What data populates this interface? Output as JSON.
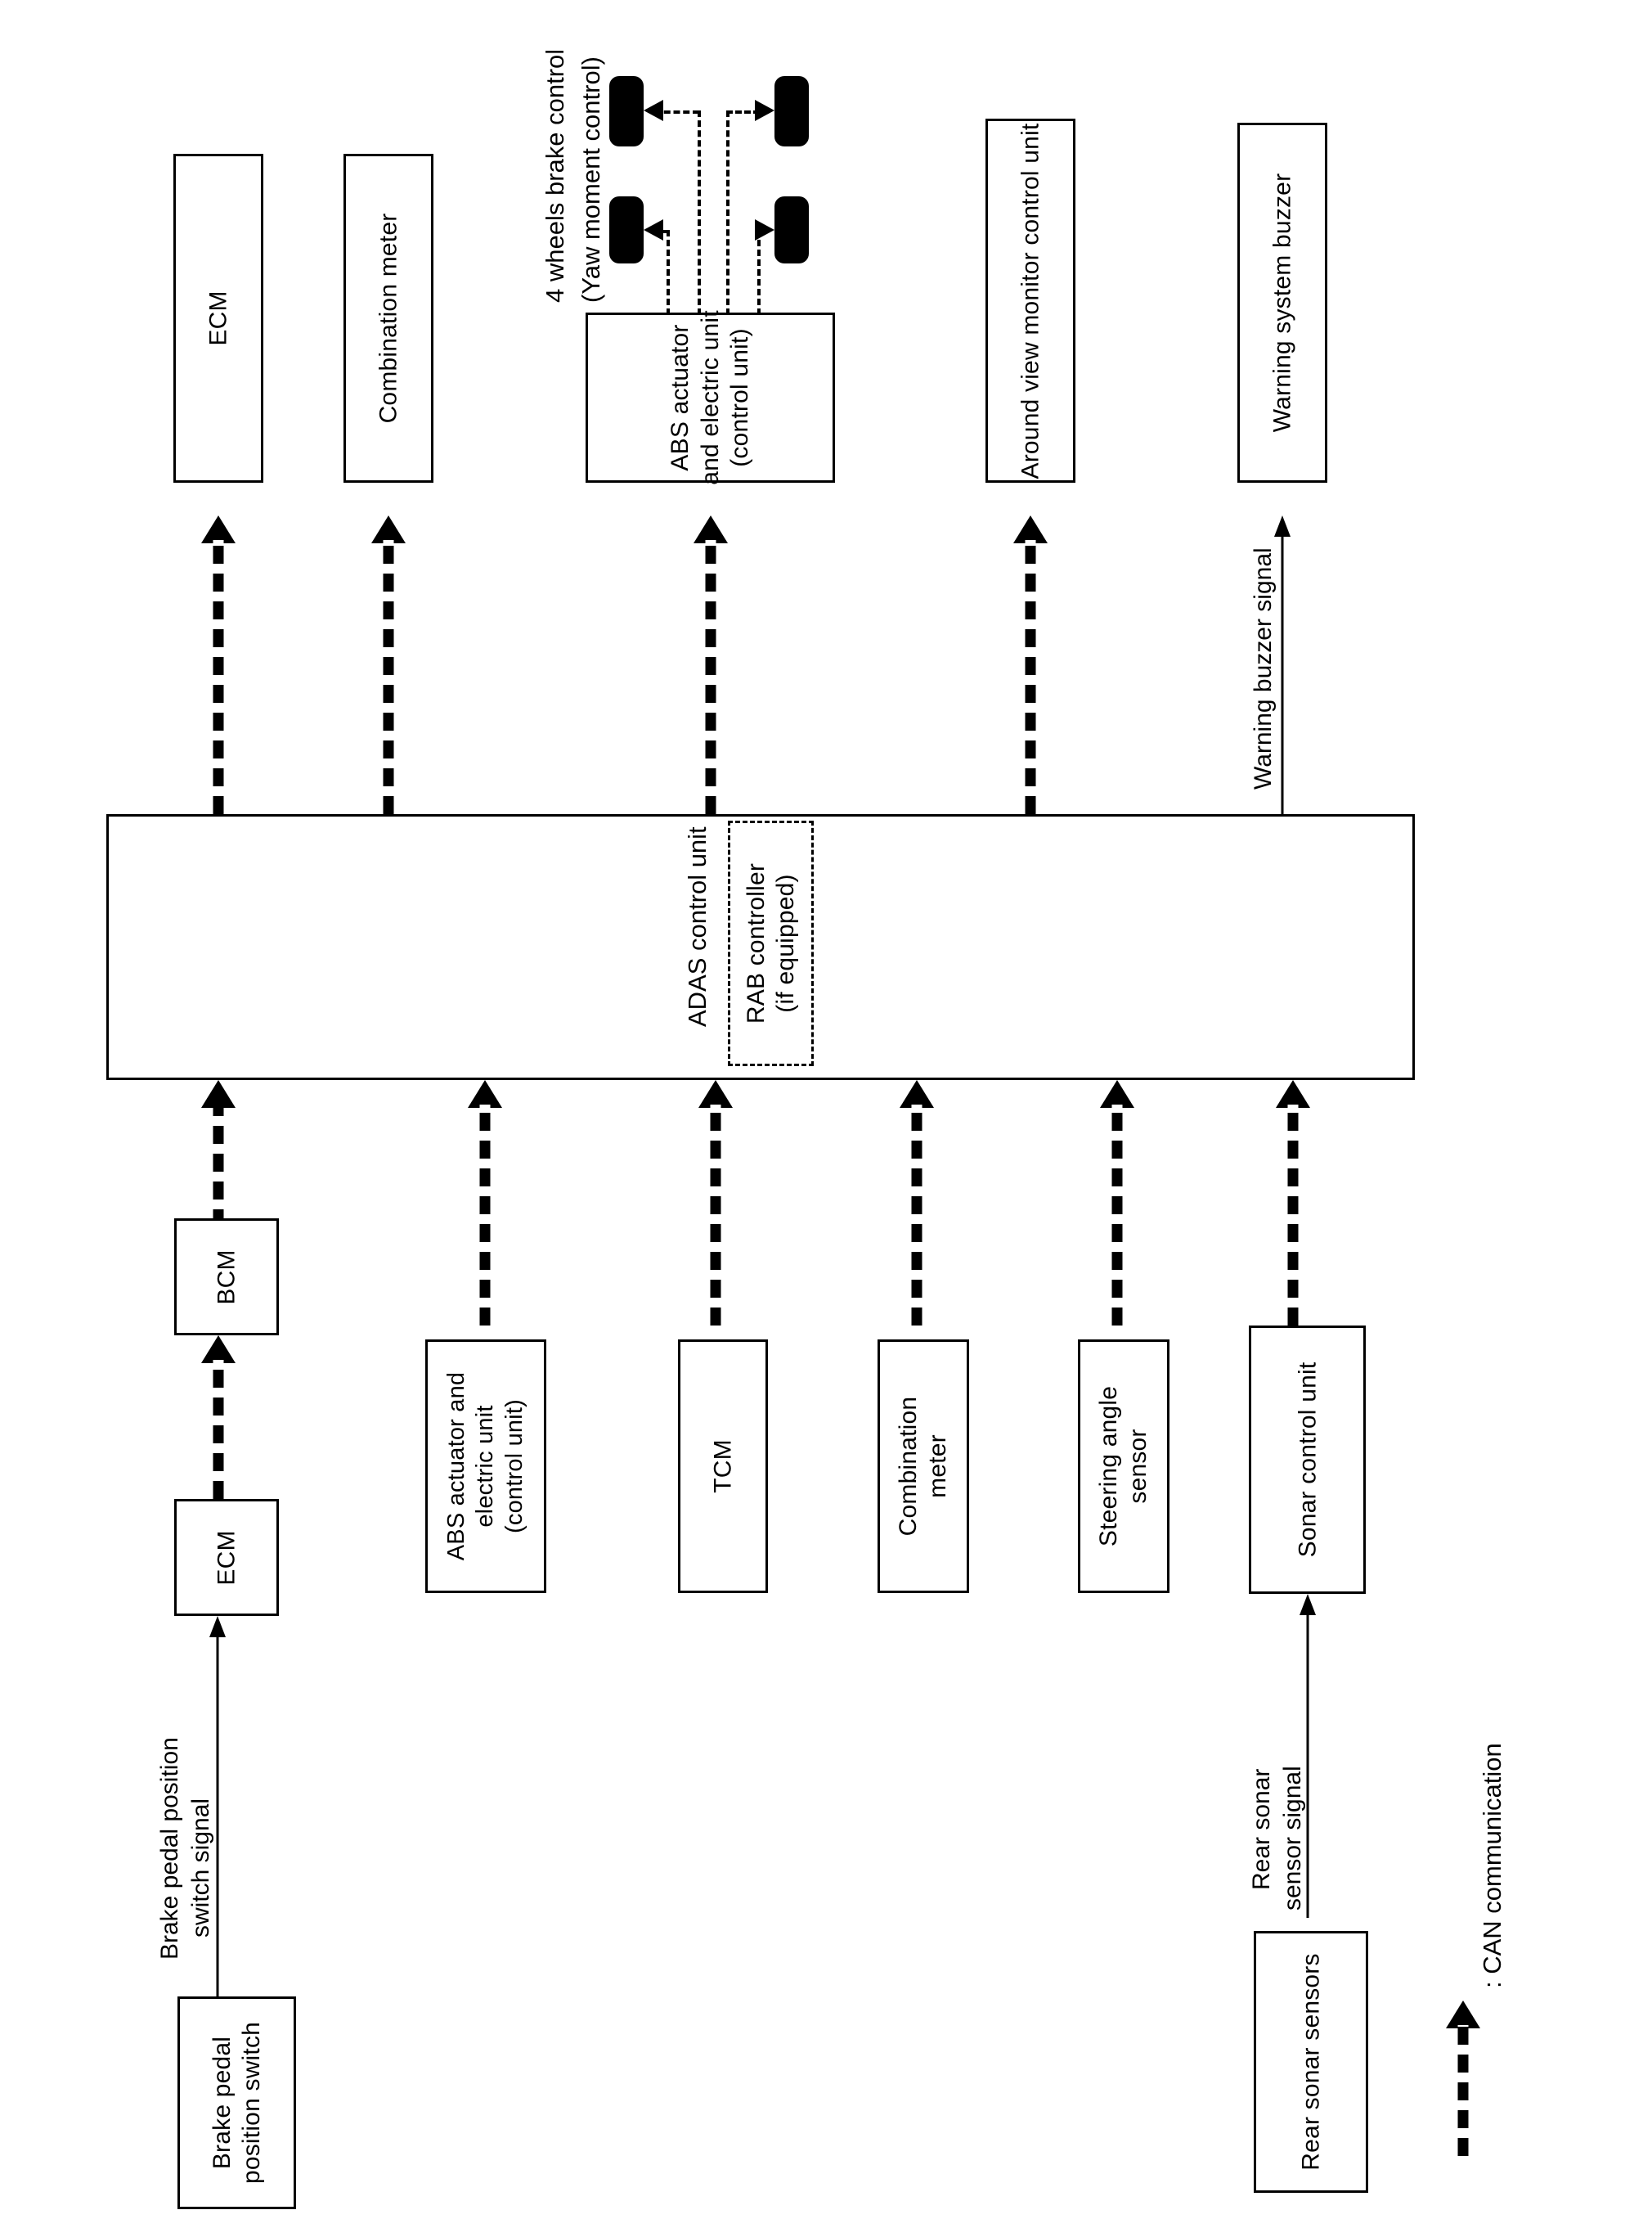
{
  "diagram": {
    "title": "ADAS control unit system block diagram",
    "orientation": "rotated-90-ccw",
    "legend": {
      "symbol_name": "can-bus-arrow",
      "label": ": CAN communication"
    },
    "annotations": {
      "four_wheels_brake_control_line1": "4 wheels brake control",
      "four_wheels_brake_control_line2": "(Yaw moment control)"
    },
    "nodes": {
      "ecm_out": {
        "label": "ECM"
      },
      "combination_meter_out": {
        "label": "Combination meter"
      },
      "abs_actuator_out_l1": {
        "label": "ABS actuator"
      },
      "abs_actuator_out_l2": {
        "label": "and electric unit"
      },
      "abs_actuator_out_l3": {
        "label": "(control unit)"
      },
      "around_view_monitor": {
        "label": "Around view monitor control unit"
      },
      "warning_system_buzzer": {
        "label": "Warning system buzzer"
      },
      "adas_control_unit": {
        "label": "ADAS control unit"
      },
      "rab_controller_l1": {
        "label": "RAB controller"
      },
      "rab_controller_l2": {
        "label": "(if equipped)"
      },
      "bcm": {
        "label": "BCM"
      },
      "ecm_in": {
        "label": "ECM"
      },
      "abs_actuator_in_l1": {
        "label": "ABS actuator and"
      },
      "abs_actuator_in_l2": {
        "label": "electric unit"
      },
      "abs_actuator_in_l3": {
        "label": "(control unit)"
      },
      "tcm": {
        "label": "TCM"
      },
      "combination_meter_in_l1": {
        "label": "Combination"
      },
      "combination_meter_in_l2": {
        "label": "meter"
      },
      "steering_angle_sensor_l1": {
        "label": "Steering angle"
      },
      "steering_angle_sensor_l2": {
        "label": "sensor"
      },
      "sonar_control_unit": {
        "label": "Sonar control unit"
      },
      "brake_pedal_position_switch_l1": {
        "label": "Brake pedal"
      },
      "brake_pedal_position_switch_l2": {
        "label": "position switch"
      },
      "rear_sonar_sensors": {
        "label": "Rear sonar sensors"
      }
    },
    "signals": {
      "warning_buzzer_signal": {
        "label": "Warning buzzer signal"
      },
      "brake_pedal_switch_signal_l1": {
        "label": "Brake pedal position"
      },
      "brake_pedal_switch_signal_l2": {
        "label": "switch signal"
      },
      "rear_sonar_sensor_signal_l1": {
        "label": "Rear sonar"
      },
      "rear_sonar_sensor_signal_l2": {
        "label": "sensor signal"
      }
    },
    "colors": {
      "stroke": "#000000",
      "background": "#ffffff",
      "wheel_fill": "#000000"
    }
  }
}
